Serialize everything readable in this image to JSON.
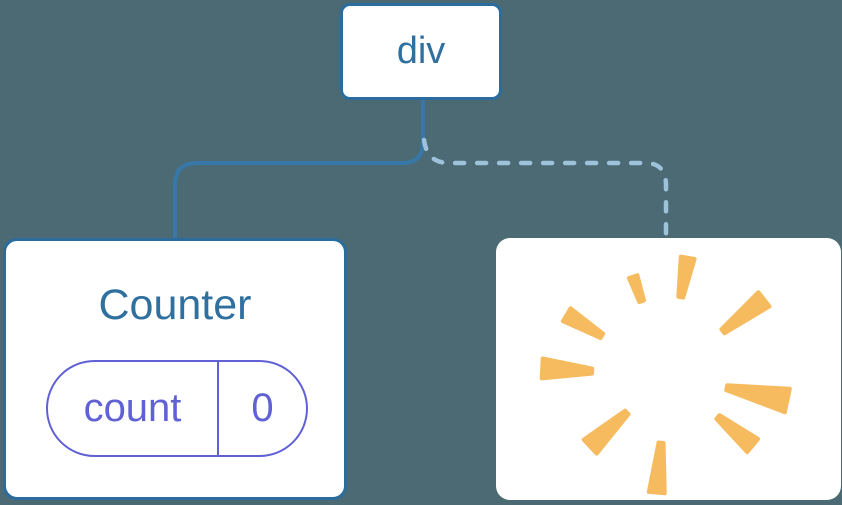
{
  "diagram": {
    "description": "component-tree-diagram",
    "root_node": {
      "label": "div"
    },
    "left_branch": {
      "connector_style": "solid",
      "node": {
        "title": "Counter",
        "state_pill": {
          "name": "count",
          "value": "0"
        }
      }
    },
    "right_branch": {
      "connector_style": "dashed",
      "node": {
        "icon": "poof-burst-icon"
      }
    },
    "colors": {
      "background_color": "#4B6A73",
      "node_border_blue": "#2B6C9F",
      "text_blue": "#30709F",
      "solid_line": "#3878A8",
      "dashed_line": "#9FC2DB",
      "state_purple": "#6161D6",
      "burst_orange": "#F7BB5F",
      "card_white": "#FFFFFF"
    }
  }
}
